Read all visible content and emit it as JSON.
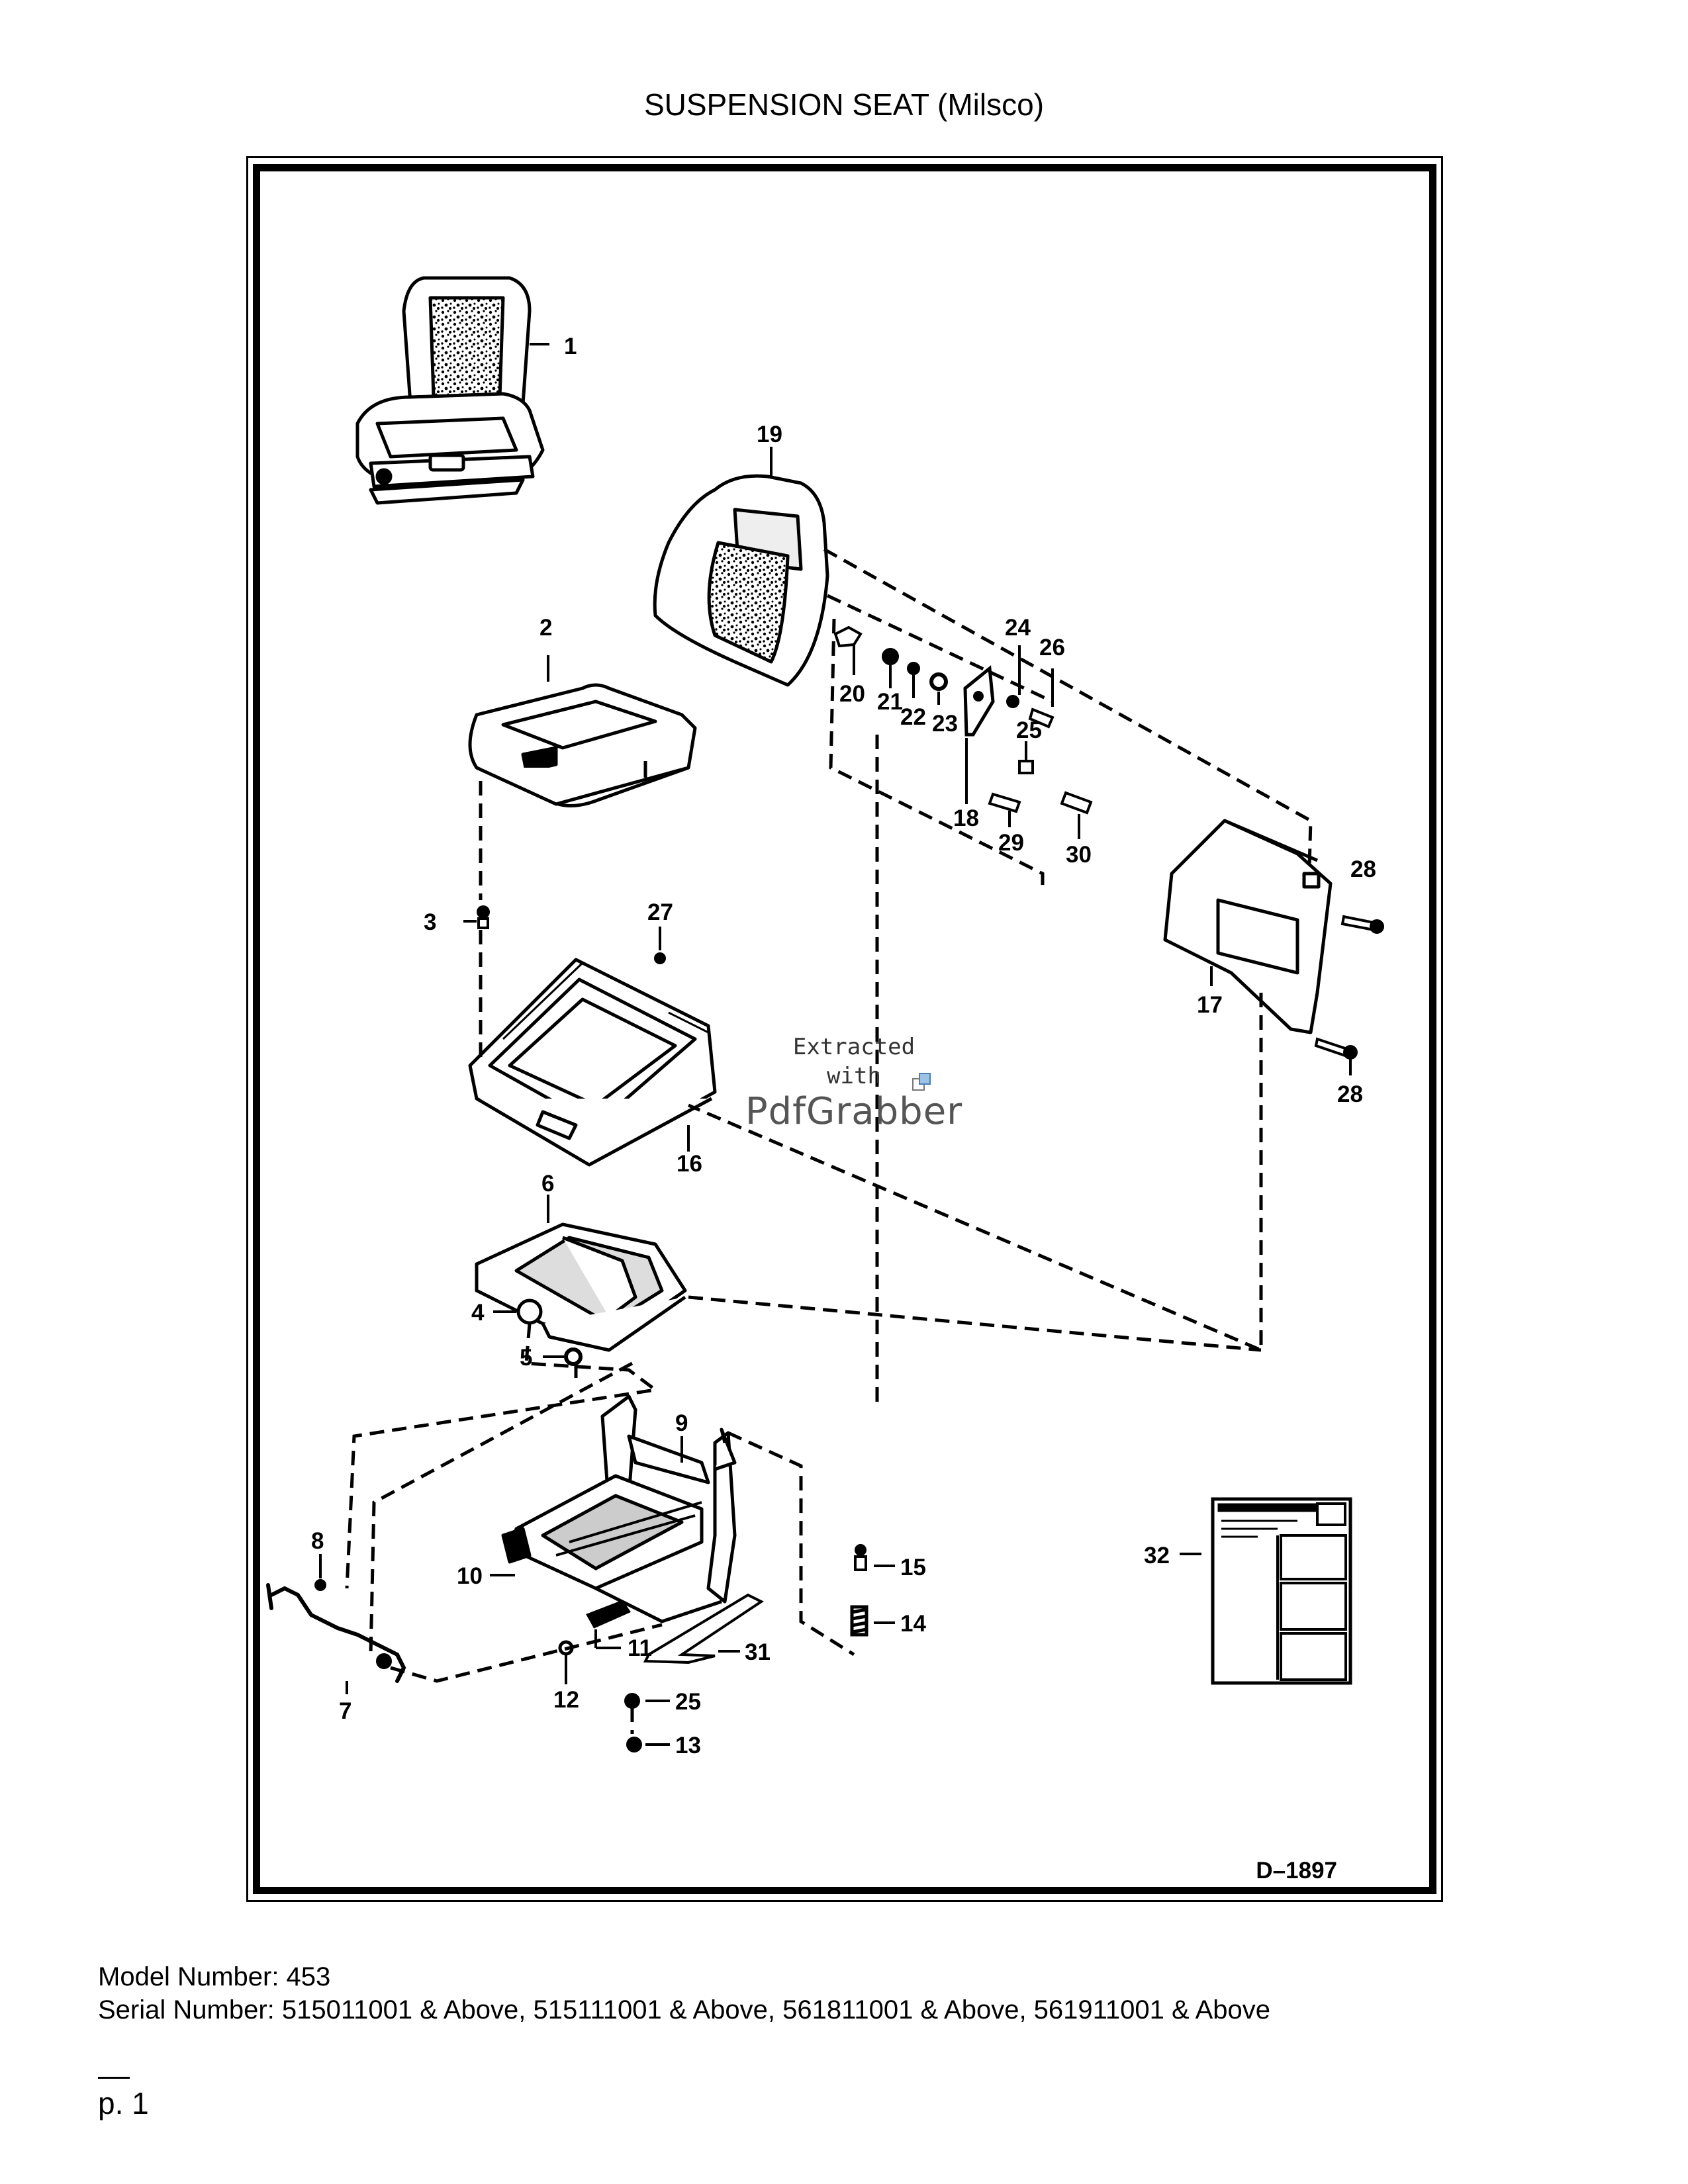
{
  "page": {
    "title": "SUSPENSION SEAT (Milsco)",
    "diagram_code": "D–1897",
    "model_line": "Model Number: 453",
    "serial_line": "Serial Number: 515011001 & Above, 515111001 & Above, 561811001 & Above, 561911001 & Above",
    "page_number": "p. 1"
  },
  "watermark": {
    "line1": "Extracted",
    "line2": "with",
    "brand": "PdfGrabber"
  },
  "callouts": {
    "c1": "1",
    "c2": "2",
    "c3": "3",
    "c4": "4",
    "c5": "5",
    "c6": "6",
    "c7": "7",
    "c8": "8",
    "c9": "9",
    "c10": "10",
    "c11": "11",
    "c12": "12",
    "c13": "13",
    "c14": "14",
    "c15": "15",
    "c16": "16",
    "c17": "17",
    "c18": "18",
    "c19": "19",
    "c20": "20",
    "c21": "21",
    "c22": "22",
    "c23": "23",
    "c24": "24",
    "c25a": "25",
    "c25b": "25",
    "c26": "26",
    "c27": "27",
    "c28a": "28",
    "c28b": "28",
    "c29": "29",
    "c30": "30",
    "c31": "31",
    "c32": "32"
  }
}
